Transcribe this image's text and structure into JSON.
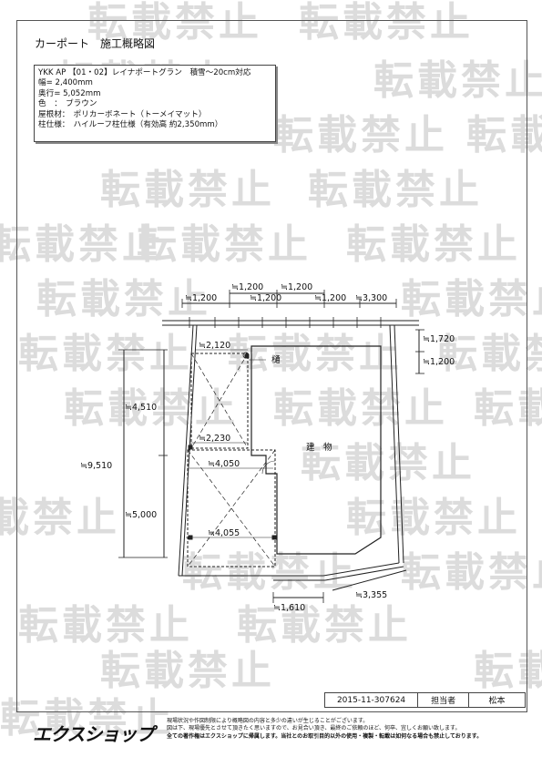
{
  "title": "カーポート　施工概略図",
  "spec": {
    "lines": [
      "YKK AP 【01・02】レイナポートグラン　積雪～20cm対応",
      "幅= 2,400mm",
      "奥行= 5,052mm",
      "色　：　ブラウン",
      "屋根材：　ポリカーボネート（トーメイマット）",
      "柱仕様：　ハイルーフ柱仕様（有効高 約2,350mm）"
    ]
  },
  "plan": {
    "top_dims_upper": [
      "≒1,200",
      "≒1,200"
    ],
    "top_dims_lower": [
      "≒1,200",
      "≒1,200",
      "≒1,200",
      "≒3,300"
    ],
    "right_dims": [
      "≒1,720",
      "≒1,200"
    ],
    "left_dims": [
      "≒4,510",
      "≒9,510",
      "≒5,000"
    ],
    "inner_dims": [
      "≒2,120",
      "≒2,230",
      "≒4,050",
      "≒4,055"
    ],
    "bottom_dims": [
      "≒1,610",
      "≒3,355"
    ],
    "gutter_label": "樋",
    "building_label": "建　物"
  },
  "footer": {
    "doc_number": "2015-11-307624",
    "person_label": "担当者",
    "person_name": "松本",
    "logo": "エクスショップ",
    "notes": [
      "現場状況や作図制限により概略図の内容と多少の違いが生じることがございます。",
      "図は下、現場優先とさせて頂きたく思いますので、お見合い頂き、最終のご依頼のほど、何卒、宜しくお願い致します。"
    ],
    "copyright": "全ての著作権はエクスショップに帰属します。当社とのお取引目的以外の使用・複製・転載は如何なる場合も禁止しております。"
  },
  "watermark": "転載禁止"
}
